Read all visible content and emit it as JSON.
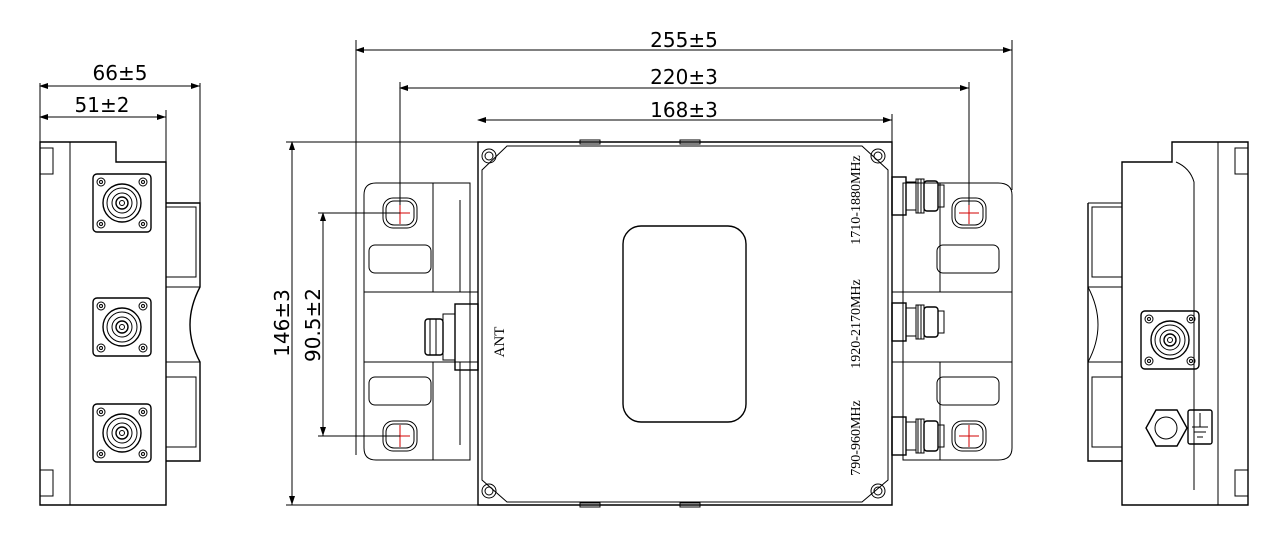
{
  "dimensions": {
    "side_total_width": "66±5",
    "side_body_width": "51±2",
    "overall_width": "255±5",
    "mounting_span": "220±3",
    "body_width": "168±3",
    "height": "146±3",
    "mounting_pitch": "90.5±2"
  },
  "labels": {
    "antenna_port": "ANT",
    "band_high": "1710-1880MHz",
    "band_mid": "1920-2170MHz",
    "band_low": "790-960MHz"
  },
  "colors": {
    "line": "#000000",
    "center_mark": "#d00000",
    "background": "#ffffff"
  }
}
